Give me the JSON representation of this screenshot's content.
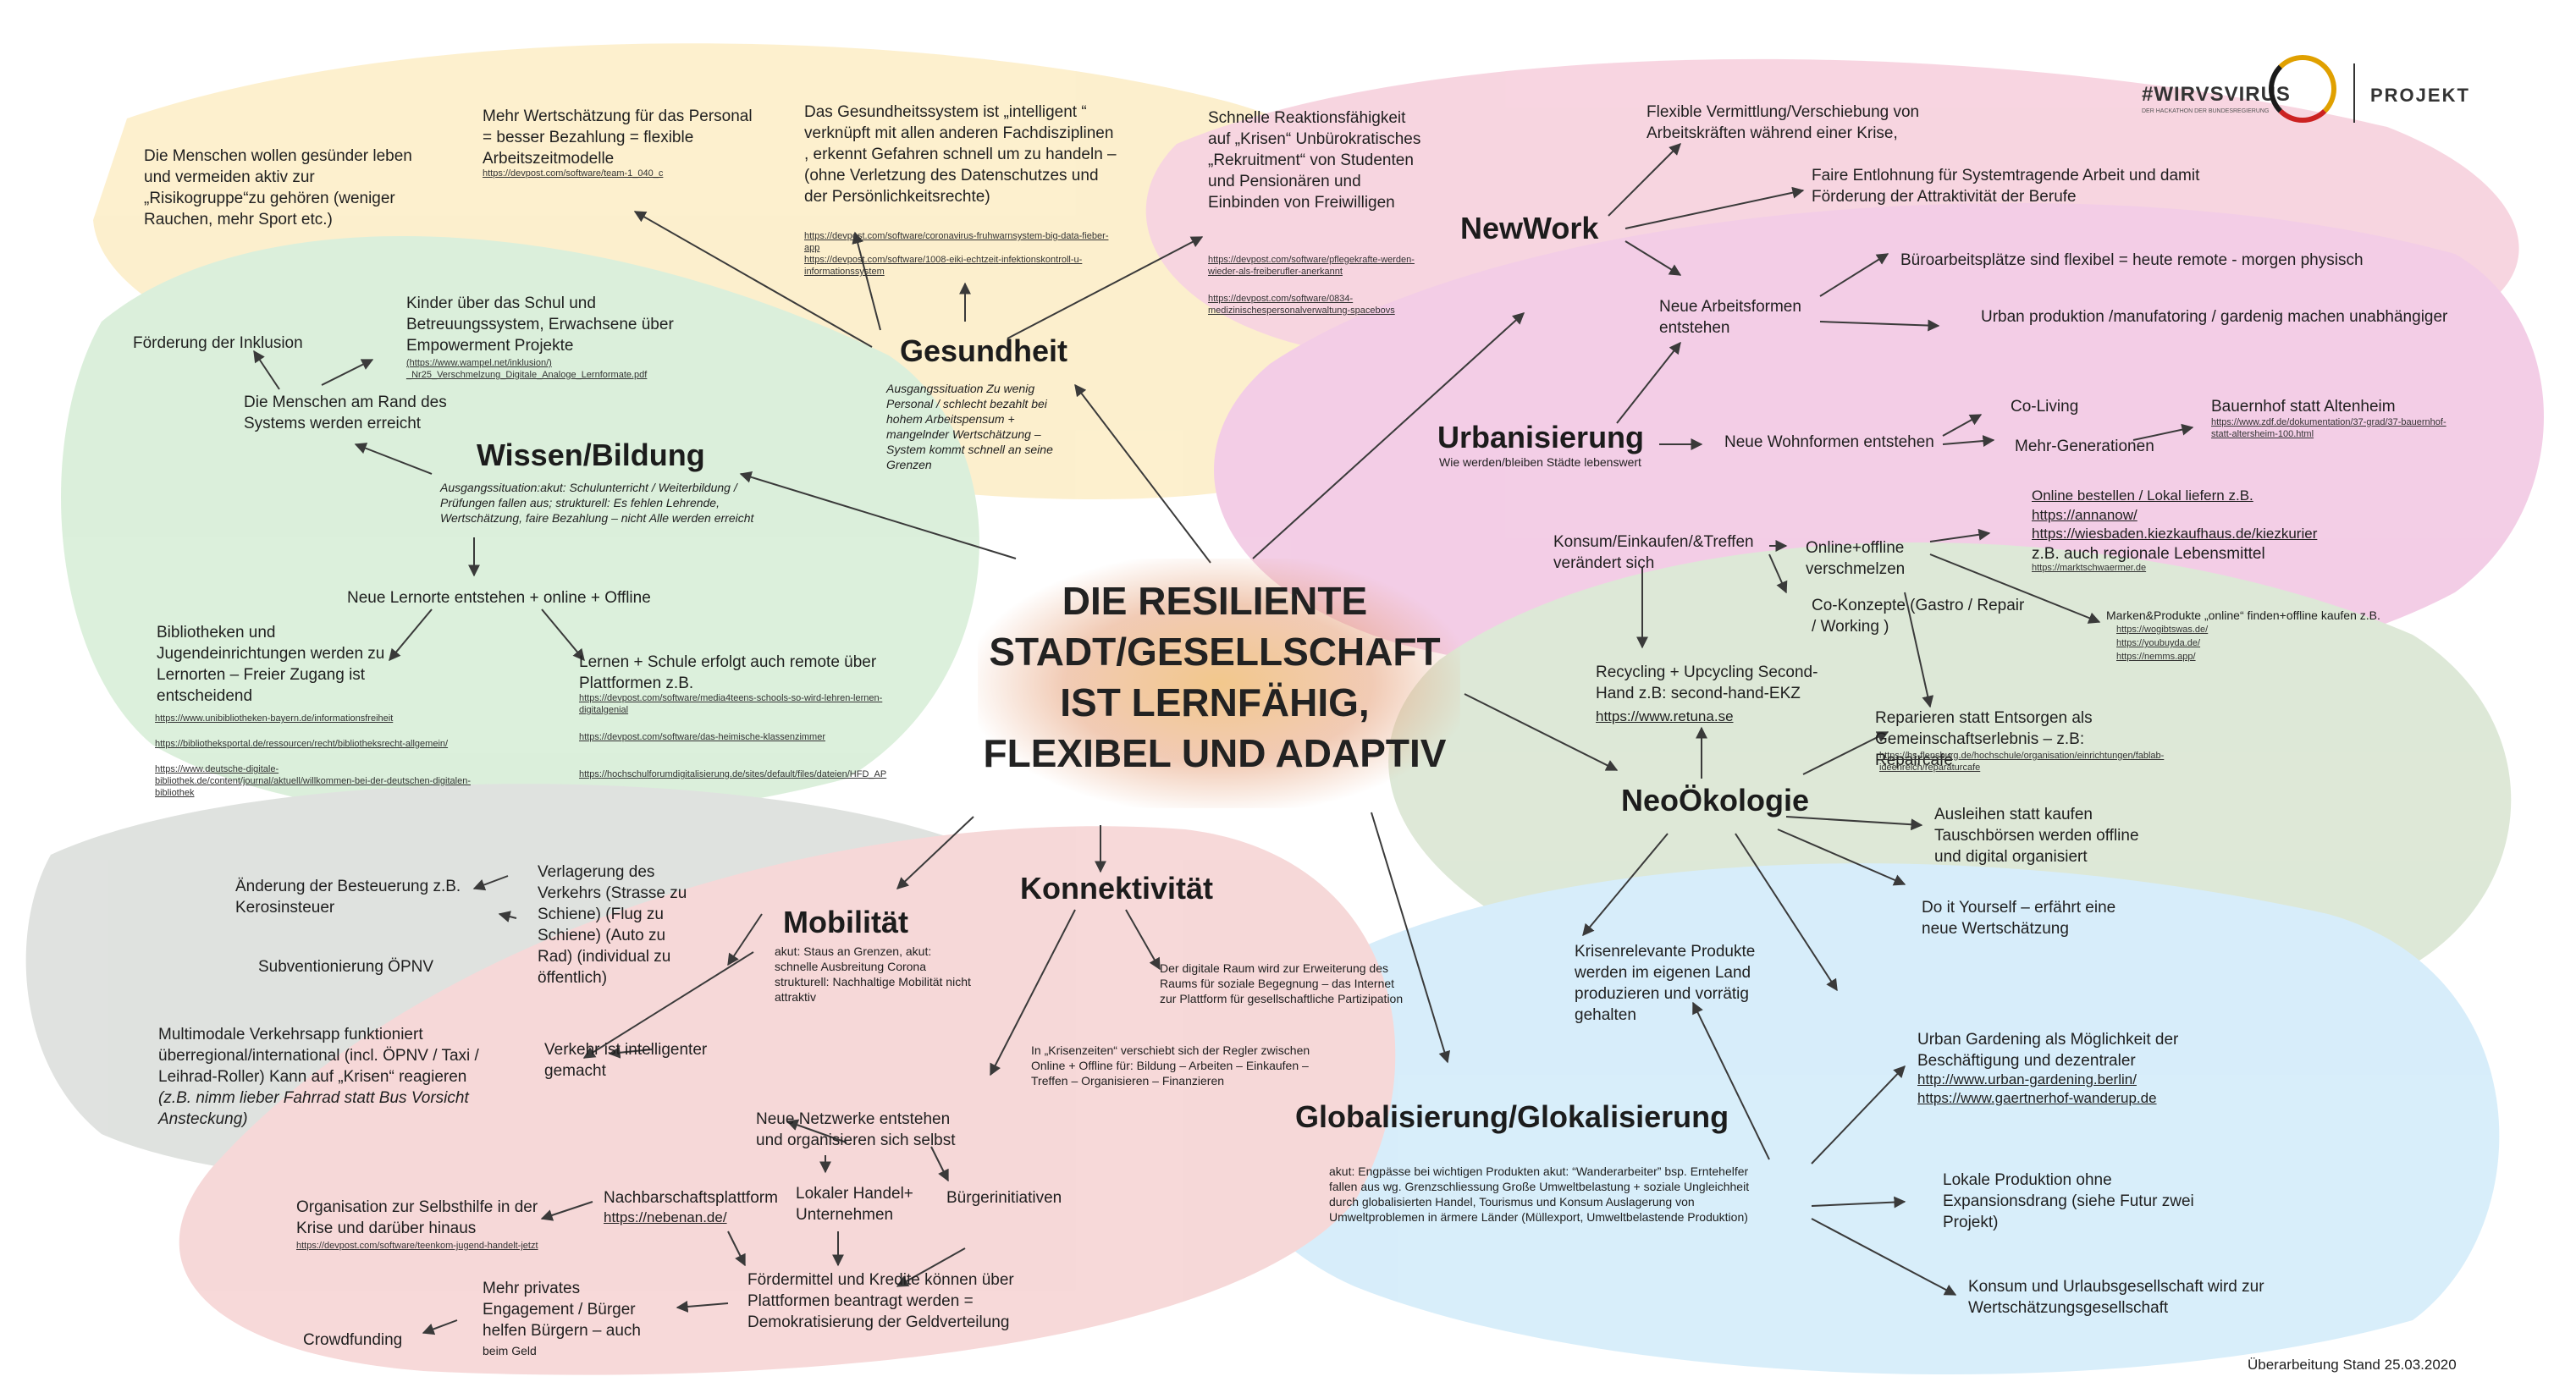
{
  "title": {
    "line1": "DIE RESILIENTE",
    "line2": "STADT/GESELLSCHAFT",
    "line3": "IST LERNFÄHIG,",
    "line4": "FLEXIBEL UND ADAPTIV"
  },
  "logo": {
    "brand": "#WIRVSVIRUS",
    "subline": "DER HACKATHON DER BUNDESREGIERUNG",
    "project": "PROJEKT"
  },
  "footer": "Überarbeitung Stand 25.03.2020",
  "colors": {
    "gesundheit": "#fbe9b8",
    "bildung": "#cfe9cf",
    "newwork": "#f3bfd0",
    "urban": "#ecb4d6",
    "oeko": "#c9d8c1",
    "global": "#c8e6f6",
    "mobil": "#cfd3cf",
    "konnekt": "#f3c7c7",
    "arrow": "#3a3a3a"
  },
  "gesundheit": {
    "hub": "Gesundheit",
    "healthy": "Die Menschen wollen gesünder leben und vermeiden aktiv zur „Risikogruppe“zu gehören (weniger Rauchen, mehr Sport etc.)",
    "wert": "Mehr Wertschätzung für das Personal = besser Bezahlung = flexible Arbeitszeitmodelle",
    "wert_url": "https://devpost.com/software/team-1_040_c",
    "system": "Das Gesundheitssystem ist „intelligent “ verknüpft mit allen anderen Fachdisziplinen , erkennt Gefahren schnell um zu handeln – (ohne Verletzung des Datenschutzes und der Persönlichkeitsrechte)",
    "system_url1": "https://devpost.com/software/coronavirus-fruhwarnsystem-big-data-fieber-app",
    "system_url2": "https://devpost.com/software/1008-eiki-echtzeit-infektionskontroll-u-informationssystem",
    "reaktion": "Schnelle Reaktionsfähigkeit auf „Krisen“ Unbürokratisches „Rekruitment“ von Studenten und Pensionären und Einbinden von Freiwilligen",
    "reaktion_url1": "https://devpost.com/software/pflegekrafte-werden-wieder-als-freiberufler-anerkannt",
    "reaktion_url2": "https://devpost.com/software/0834-medizinischespersonalverwaltung-spacebovs",
    "ausgang": "Ausgangssituation Zu wenig Personal / schlecht bezahlt bei hohem Arbeitspensum + mangelnder Wertschätzung – System kommt schnell an seine Grenzen"
  },
  "bildung": {
    "hub": "Wissen/Bildung",
    "inklusion": "Förderung der Inklusion",
    "kinder": "Kinder über das Schul und Betreuungssystem, Erwachsene über Empowerment Projekte",
    "kinder_url": "(https://www.wampel.net/inklusion/) _Nr25_Verschmelzung_Digitale_Analoge_Lernformate.pdf",
    "rand": "Die Menschen am Rand des Systems werden erreicht",
    "ausgang": "Ausgangssituation:akut: Schulunterricht / Weiterbildung / Prüfungen fallen aus; strukturell: Es fehlen Lehrende, Wertschätzung, faire Bezahlung – nicht Alle werden erreicht",
    "lernorte": "Neue Lernorte entstehen + online + Offline",
    "biblio": "Bibliotheken und Jugendeinrichtungen werden zu Lernorten – Freier Zugang ist entscheidend",
    "biblio_url1": "https://www.unibibliotheken-bayern.de/informationsfreiheit",
    "biblio_url2": "https://bibliotheksportal.de/ressourcen/recht/bibliotheksrecht-allgemein/",
    "biblio_url3": "https://www.deutsche-digitale-bibliothek.de/content/journal/aktuell/willkommen-bei-der-deutschen-digitalen-bibliothek",
    "remote": "Lernen + Schule erfolgt auch remote über Plattformen z.B.",
    "remote_url1": "https://devpost.com/software/media4teens-schools-so-wird-lehren-lernen-digitalgenial",
    "remote_url2": "https://devpost.com/software/das-heimische-klassenzimmer",
    "remote_url3": "https://hochschulforumdigitalisierung.de/sites/default/files/dateien/HFD_AP"
  },
  "newwork": {
    "hub": "NewWork",
    "flex": "Flexible Vermittlung/Verschiebung von Arbeitskräften während einer Krise,",
    "fair": "Faire Entlohnung für Systemtragende Arbeit und damit Förderung der Attraktivität der Berufe",
    "formen": "Neue Arbeitsformen entstehen",
    "buero": "Büroarbeitsplätze sind flexibel = heute remote - morgen physisch",
    "urbanprod": "Urban produktion /manufatoring / gardenig machen unabhängiger"
  },
  "urban": {
    "hub": "Urbanisierung",
    "sub": "Wie werden/bleiben Städte lebenswert",
    "wohn": "Neue Wohnformen entstehen",
    "coliving": "Co-Living",
    "mehrgen": "Mehr-Generationen",
    "bauernhof": "Bauernhof statt Altenheim",
    "bauernhof_url": "https://www.zdf.de/dokumentation/37-grad/37-bauernhof-statt-altersheim-100.html",
    "konsum": "Konsum/Einkaufen/&Treffen verändert sich",
    "onoff": "Online+offline verschmelzen",
    "bestellen": "Online bestellen / Lokal liefern z.B.",
    "best_url1": "https://annanow/",
    "best_url2": "https://wiesbaden.kiezkaufhaus.de/kiezkurier",
    "regional": "z.B. auch regionale Lebensmittel",
    "regional_url": "https://marktschwaermer.de",
    "coko": "Co-Konzepte (Gastro / Repair / Working )",
    "marken": "Marken&Produkte „online“ finden+offline kaufen z.B.",
    "marken_url1": "https://wogibtswas.de/",
    "marken_url2": "https://youbuyda.de/",
    "marken_url3": "https://nemms.app/"
  },
  "oeko": {
    "hub": "NeoÖkologie",
    "recycling": "Recycling + Upcycling Second-Hand z.B: second-hand-EKZ",
    "recycling_url": "https://www.retuna.se",
    "repair": "Reparieren statt Entsorgen als Gemeinschaftserlebnis – z.B: Repaircafé",
    "repair_url": "https://hs-flensburg.de/hochschule/organisation/einrichtungen/fablab-ideenreich/reparaturcafe",
    "leihen": "Ausleihen statt kaufen Tauschbörsen werden offline und digital organisiert",
    "diy": "Do it Yourself – erfährt eine neue Wertschätzung"
  },
  "global": {
    "hub": "Globalisierung/Glokalisierung",
    "krisen": "Krisenrelevante Produkte werden im eigenen Land produzieren und vorrätig gehalten",
    "garden": "Urban Gardening als Möglichkeit der Beschäftigung und dezentraler",
    "garden_url1": "http://www.urban-gardening.berlin/",
    "garden_url2": "https://www.gaertnerhof-wanderup.de",
    "lokal": "Lokale Produktion ohne Expansionsdrang (siehe Futur zwei Projekt)",
    "konsum": "Konsum und Urlaubsgesellschaft wird zur Wertschätzungsgesellschaft",
    "akut": "akut: Engpässe bei wichtigen Produkten akut: “Wanderarbeiter” bsp. Erntehelfer fallen aus wg. Grenzschliessung Große Umweltbelastung + soziale Ungleichheit durch globalisierten Handel, Tourismus und Konsum Auslagerung von Umweltproblemen in ärmere Länder (Müllexport, Umweltbelastende Produktion)"
  },
  "mobil": {
    "hub": "Mobilität",
    "steuer": "Änderung der Besteuerung z.B. Kerosinsteuer",
    "oepnv": "Subventionierung ÖPNV",
    "verlagerung": "Verlagerung des Verkehrs (Strasse zu Schiene) (Flug zu Schiene) (Auto zu Rad) (individual zu öffentlich)",
    "app": "Multimodale Verkehrsapp funktioniert überregional/international (incl. ÖPNV / Taxi / Leihrad-Roller) Kann auf „Krisen“ reagieren",
    "app_it": "(z.B. nimm lieber Fahrrad statt Bus Vorsicht Ansteckung)",
    "intelligent": "Verkehr ist intelligenter gemacht",
    "akut": "akut: Staus an Grenzen, akut: schnelle Ausbreitung Corona strukturell: Nachhaltige Mobilität nicht attraktiv"
  },
  "konnekt": {
    "hub": "Konnektivität",
    "digital": "Der digitale Raum wird zur Erweiterung des Raums für soziale Begegnung – das Internet zur Plattform für gesellschaftliche Partizipation",
    "krisenzeiten": "In „Krisenzeiten“ verschiebt sich der Regler zwischen Online + Offline für: Bildung – Arbeiten – Einkaufen – Treffen – Organisieren – Finanzieren",
    "netzwerke": "Neue Netzwerke entstehen und organisieren sich selbst",
    "nachbar": "Nachbarschaftsplattform",
    "nachbar_url": "https://nebenan.de/",
    "handel": "Lokaler Handel+ Unternehmen",
    "buerger": "Bürgerinitiativen",
    "selbsthilfe": "Organisation zur Selbsthilfe in der Krise und darüber hinaus",
    "selbsthilfe_url": "https://devpost.com/software/teenkom-jugend-handelt-jetzt",
    "foerder": "Fördermittel und Kredite können über Plattformen beantragt werden = Demokratisierung der Geldverteilung",
    "privat": "Mehr privates Engagement / Bürger helfen Bürgern – auch",
    "privat_small": "beim Geld",
    "crowd": "Crowdfunding"
  }
}
